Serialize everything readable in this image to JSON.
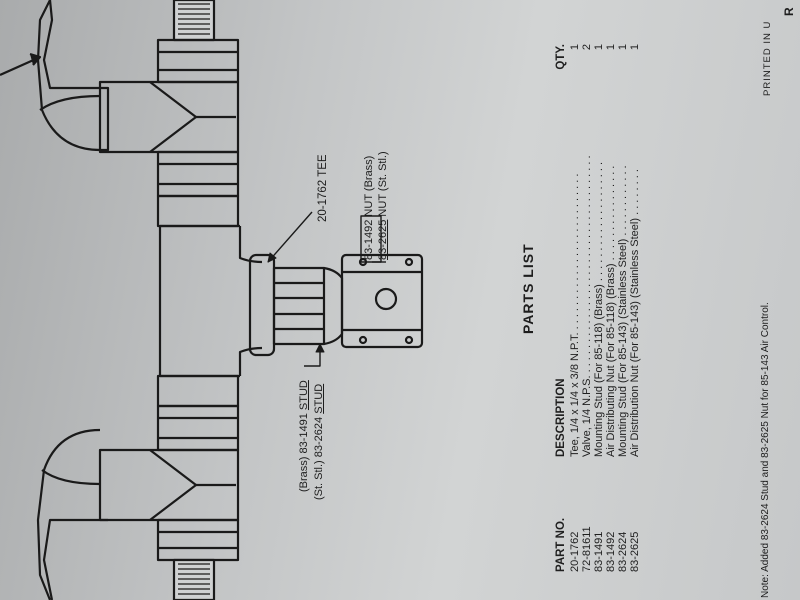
{
  "diagram": {
    "tee_label": "20-1762 TEE",
    "stud_brass_prefix": "(Brass) 83-1491",
    "stud_brass_suffix": "STUD",
    "stud_ss_prefix": "(St. Stl.) 83-2624",
    "stud_ss_suffix": "STUD",
    "nut_brass_part": "83-1492",
    "nut_brass_desc": "NUT (Brass)",
    "nut_ss_part": "83-2625",
    "nut_ss_desc": "NUT (St. Stl.)"
  },
  "parts_list": {
    "title": "PARTS LIST",
    "headers": {
      "part_no": "PART NO.",
      "description": "DESCRIPTION",
      "qty": "QTY."
    },
    "rows": [
      {
        "part_no": "20-1762",
        "description": "Tee, 1/4 x 1/4 x 3/8 N.P.T. . . . . . . . . . . . . . . . . . . . . . . . . . .",
        "qty": "1"
      },
      {
        "part_no": "72-81611",
        "description": "Valve, 1/4 N.P.S. . . . . . . . . . . . . . . . . . . . . . . . . . . . . . . . . . . . .",
        "qty": "2"
      },
      {
        "part_no": "83-1491",
        "description": "Mounting Stud (For 85-118) (Brass) . . . . . . . . . . . . . . . . . . . .",
        "qty": "1"
      },
      {
        "part_no": "83-1492",
        "description": "Air Distributing Nut (For 85-118) (Brass) . . . . . . . . . . . . . . . .",
        "qty": "1"
      },
      {
        "part_no": "83-2624",
        "description": "Mounting Stud  (For 85-143) (Stainless Steel) . . . . . . . . . . . .",
        "qty": "1"
      },
      {
        "part_no": "83-2625",
        "description": "Air Distribution Nut (For 85-143) (Stainless Steel) . . . . . . . .",
        "qty": "1"
      }
    ]
  },
  "note": "Note:  Added 83-2624 Stud and 83-2625 Nut for 85-143 Air Control.",
  "printed": "PRINTED IN U",
  "edge_letter": "R"
}
